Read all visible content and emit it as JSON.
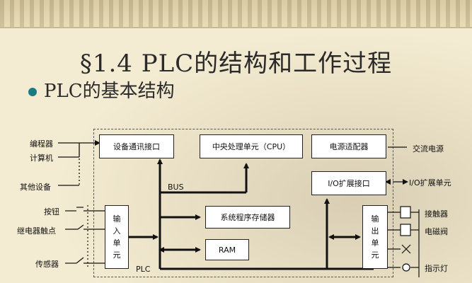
{
  "slide": {
    "title": "§1.4  PLC的结构和工作过程",
    "bullet": "PLC的基本结构"
  },
  "diagram": {
    "left_labels": [
      "编程器",
      "计算机",
      "其他设备",
      "按钮",
      "继电器触点",
      "传感器"
    ],
    "right_labels": [
      "交流电源",
      "I/O扩展单元",
      "接触器",
      "电磁阀",
      "指示灯"
    ],
    "boxes": {
      "comm": "设备通讯接口",
      "cpu": "中央处理单元（CPU）",
      "power": "电源适配器",
      "io_ext": "I/O扩展接口",
      "sys_mem": "系统程序存储器",
      "ram": "RAM",
      "input": [
        "输",
        "入",
        "单",
        "元"
      ],
      "output": [
        "输",
        "出",
        "单",
        "元"
      ]
    },
    "bus_label": "BUS",
    "plc_label": "PLC"
  },
  "colors": {
    "accent": "#1c7a83",
    "line": "#111111",
    "frame": "#555555"
  }
}
